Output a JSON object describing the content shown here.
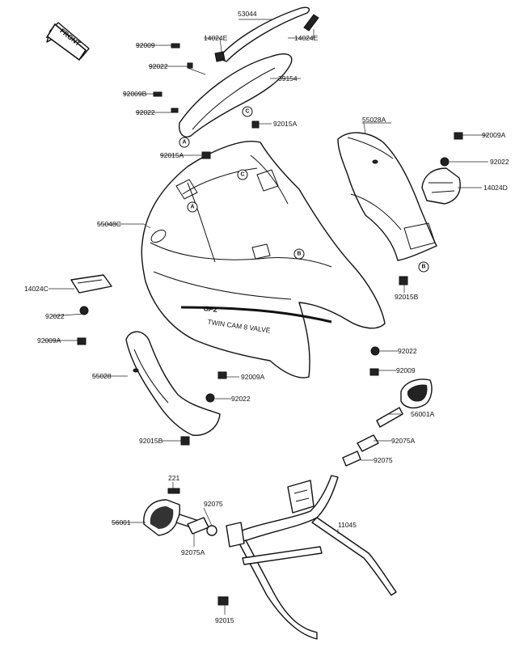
{
  "front_arrow": {
    "label": "FRONT"
  },
  "fairing": {
    "logo": "GPZ",
    "decal": "TWIN CAM 8 VALVE"
  },
  "callout_letters": [
    "A",
    "A",
    "B",
    "B",
    "C",
    "C"
  ],
  "labels": {
    "p53044": "53044",
    "p14024E_l": "14024E",
    "p14024E_r": "14024E",
    "p92009_t": "92009",
    "p92022_t": "92022",
    "p39154": "39154",
    "p92009B": "92009B",
    "p92022_m": "92022",
    "p92015A_r": "92015A",
    "p92015A_l": "92015A",
    "p55028A": "55028A",
    "p92009A_r": "92009A",
    "p92022_r": "92022",
    "p14024D": "14024D",
    "p55048C": "55048C",
    "p92015B_r": "92015B",
    "p14024C": "14024C",
    "p92022_l": "92022",
    "p92009A_l": "92009A",
    "p92022_lr": "92022",
    "p92009_lr": "92009",
    "p55028": "55028",
    "p92009A_c": "92009A",
    "p92022_c": "92022",
    "p56001A": "56001A",
    "p92015B_l": "92015B",
    "p92075A_r": "92075A",
    "p92075_r": "92075",
    "p221": "221",
    "p92075_l": "92075",
    "p56001": "56001",
    "p11045": "11045",
    "p92075A_l": "92075A",
    "p92015": "92015"
  }
}
